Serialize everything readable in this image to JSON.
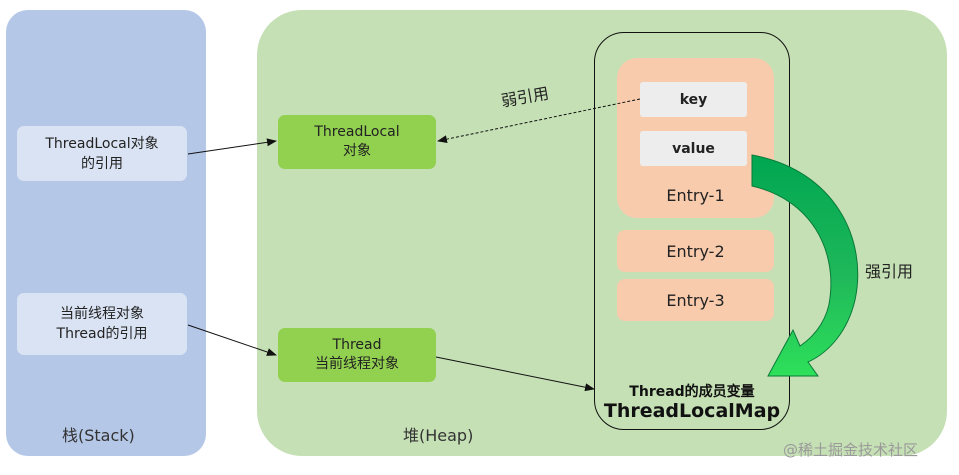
{
  "stack": {
    "label": "栈(Stack)",
    "threadlocal_ref": [
      "ThreadLocal对象",
      "的引用"
    ],
    "thread_ref": [
      "当前线程对象",
      "Thread的引用"
    ]
  },
  "heap": {
    "label": "堆(Heap)",
    "threadlocal_obj": [
      "ThreadLocal",
      "对象"
    ],
    "thread_obj": [
      "Thread",
      "当前线程对象"
    ]
  },
  "map": {
    "entry1": {
      "key": "key",
      "value": "value",
      "label": "Entry-1"
    },
    "entry2": "Entry-2",
    "entry3": "Entry-3",
    "member_label": "Thread的成员变量",
    "name": "ThreadLocalMap"
  },
  "edges": {
    "weak_label": "弱引用",
    "strong_label": "强引用"
  },
  "watermark": "@稀土掘金技术社区",
  "colors": {
    "stack": "#b4c7e7",
    "heap": "#c5e0b4",
    "object": "#92d050",
    "entry": "#f8cbad",
    "strong_arrow": "#00a651"
  }
}
